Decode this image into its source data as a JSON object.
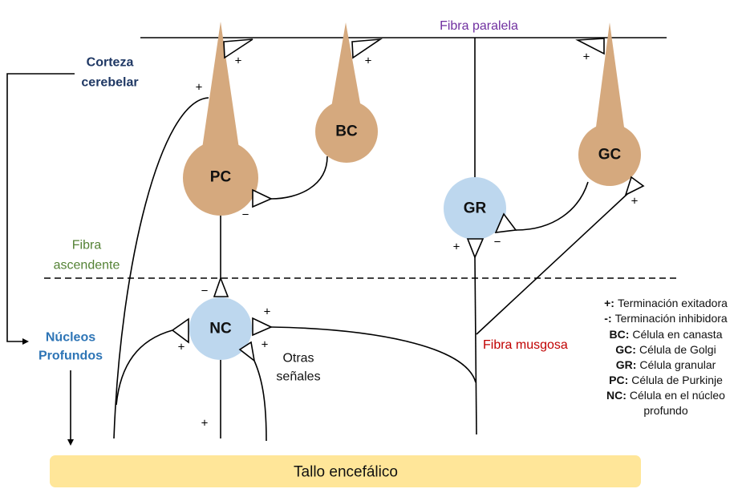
{
  "colors": {
    "cortical_cell": "#D5A97E",
    "blue_cell": "#BDD7EE",
    "brainstem": "#FFE699",
    "cortex_label": "#1F3864",
    "parallel_fiber_label": "#7030A0",
    "climbing_fiber_label": "#548235",
    "deep_nuclei_label": "#2E75B6",
    "mossy_fiber_label": "#C00000"
  },
  "regions": {
    "cortex": [
      "Corteza",
      "cerebelar"
    ],
    "deep_nuclei": [
      "Núcleos",
      "Profundos"
    ],
    "brainstem": "Tallo encefálico"
  },
  "fibers": {
    "parallel": "Fibra paralela",
    "climbing": [
      "Fibra",
      "ascendente"
    ],
    "mossy": "Fibra musgosa",
    "other_signals": [
      "Otras",
      "señales"
    ]
  },
  "cells": {
    "pc": "PC",
    "bc": "BC",
    "gc": "GC",
    "gr": "GR",
    "nc": "NC"
  },
  "signs": {
    "excitatory": "+",
    "inhibitory": "−"
  },
  "legend": [
    {
      "key": "+:",
      "text": "Terminación exitadora"
    },
    {
      "key": "-:",
      "text": "Terminación inhibidora"
    },
    {
      "key": "BC:",
      "text": "Célula en canasta"
    },
    {
      "key": "GC:",
      "text": "Célula de Golgi"
    },
    {
      "key": "GR:",
      "text": "Célula granular"
    },
    {
      "key": "PC:",
      "text": "Célula de Purkinje"
    },
    {
      "key": "NC:",
      "text": "Célula en el núcleo",
      "text_cont": "profundo"
    }
  ]
}
